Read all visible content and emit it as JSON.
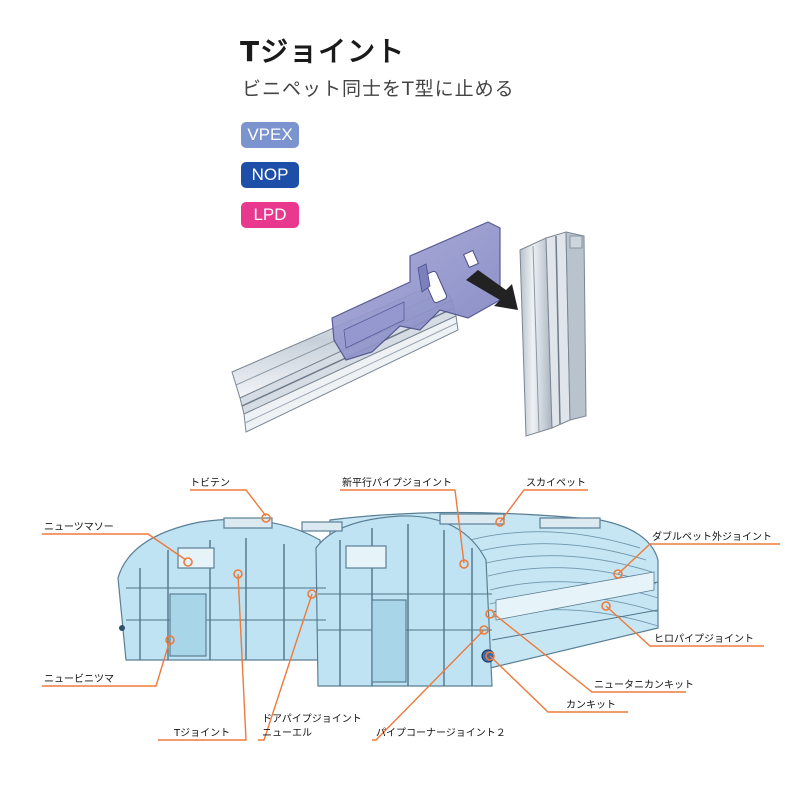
{
  "header": {
    "title": "Tジョイント",
    "subtitle": "ビニペット同士をT型に止める"
  },
  "badges": [
    {
      "label": "VPEX",
      "color": "#7b93cf"
    },
    {
      "label": "NOP",
      "color": "#1e4fa8"
    },
    {
      "label": "LPD",
      "color": "#e8398e"
    }
  ],
  "callouts": {
    "tobiten": "トビテン",
    "shinheikou": "新平行パイプジョイント",
    "sukaipetto": "スカイペット",
    "newtsumaso": "ニューツマソー",
    "daburupetto": "ダブルペット外ジョイント",
    "hiropaipu": "ヒロパイプジョイント",
    "newbinitsuma": "ニュービニツマ",
    "newtanikankit": "ニュータニカンキット",
    "kankit": "カンキット",
    "tjoint": "Tジョイント",
    "doorpipe": "ドアパイプジョイント",
    "newel": "ニューエル",
    "pipecorner": "パイプコーナージョイント２"
  },
  "colors": {
    "callout_line": "#ee7a3c",
    "greenhouse_fill": "#bfe3f2",
    "greenhouse_line": "#5a7f95"
  }
}
